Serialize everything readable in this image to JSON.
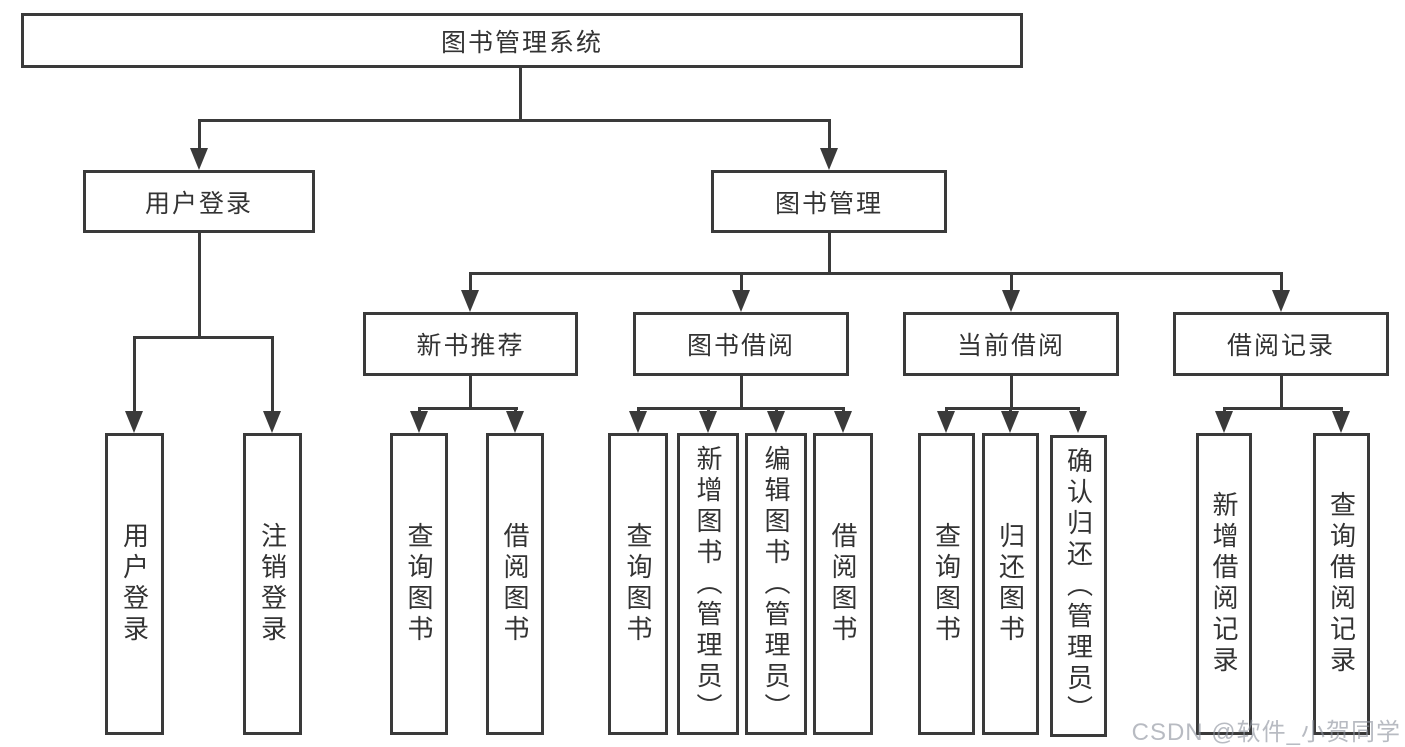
{
  "diagram": {
    "title": "图书管理系统",
    "watermark": "CSDN @软件_小贺同学",
    "colors": {
      "line": "#3a3a3a",
      "text": "#333333",
      "background": "#ffffff",
      "watermark": "#8d939e"
    },
    "nodes": {
      "root": {
        "label": "图书管理系统"
      },
      "user_login": {
        "label": "用户登录"
      },
      "book_mgmt": {
        "label": "图书管理"
      },
      "new_book_rec": {
        "label": "新书推荐"
      },
      "book_borrow": {
        "label": "图书借阅"
      },
      "current_borrow": {
        "label": "当前借阅"
      },
      "borrow_records": {
        "label": "借阅记录"
      },
      "leaf_user_login": {
        "label": "用户登录"
      },
      "leaf_logout": {
        "label": "注销登录"
      },
      "leaf_nbr_query": {
        "label": "查询图书"
      },
      "leaf_nbr_borrow": {
        "label": "借阅图书"
      },
      "leaf_bb_query": {
        "label": "查询图书"
      },
      "leaf_bb_add": {
        "label": "新增图书（管理员）"
      },
      "leaf_bb_edit": {
        "label": "编辑图书（管理员）"
      },
      "leaf_bb_borrow": {
        "label": "借阅图书"
      },
      "leaf_cb_query": {
        "label": "查询图书"
      },
      "leaf_cb_return": {
        "label": "归还图书"
      },
      "leaf_cb_confirm": {
        "label": "确认归还（管理员）"
      },
      "leaf_br_add": {
        "label": "新增借阅记录"
      },
      "leaf_br_query": {
        "label": "查询借阅记录"
      }
    },
    "hierarchy": {
      "图书管理系统": {
        "用户登录": [
          "用户登录",
          "注销登录"
        ],
        "图书管理": {
          "新书推荐": [
            "查询图书",
            "借阅图书"
          ],
          "图书借阅": [
            "查询图书",
            "新增图书（管理员）",
            "编辑图书（管理员）",
            "借阅图书"
          ],
          "当前借阅": [
            "查询图书",
            "归还图书",
            "确认归还（管理员）"
          ],
          "借阅记录": [
            "新增借阅记录",
            "查询借阅记录"
          ]
        }
      }
    }
  }
}
